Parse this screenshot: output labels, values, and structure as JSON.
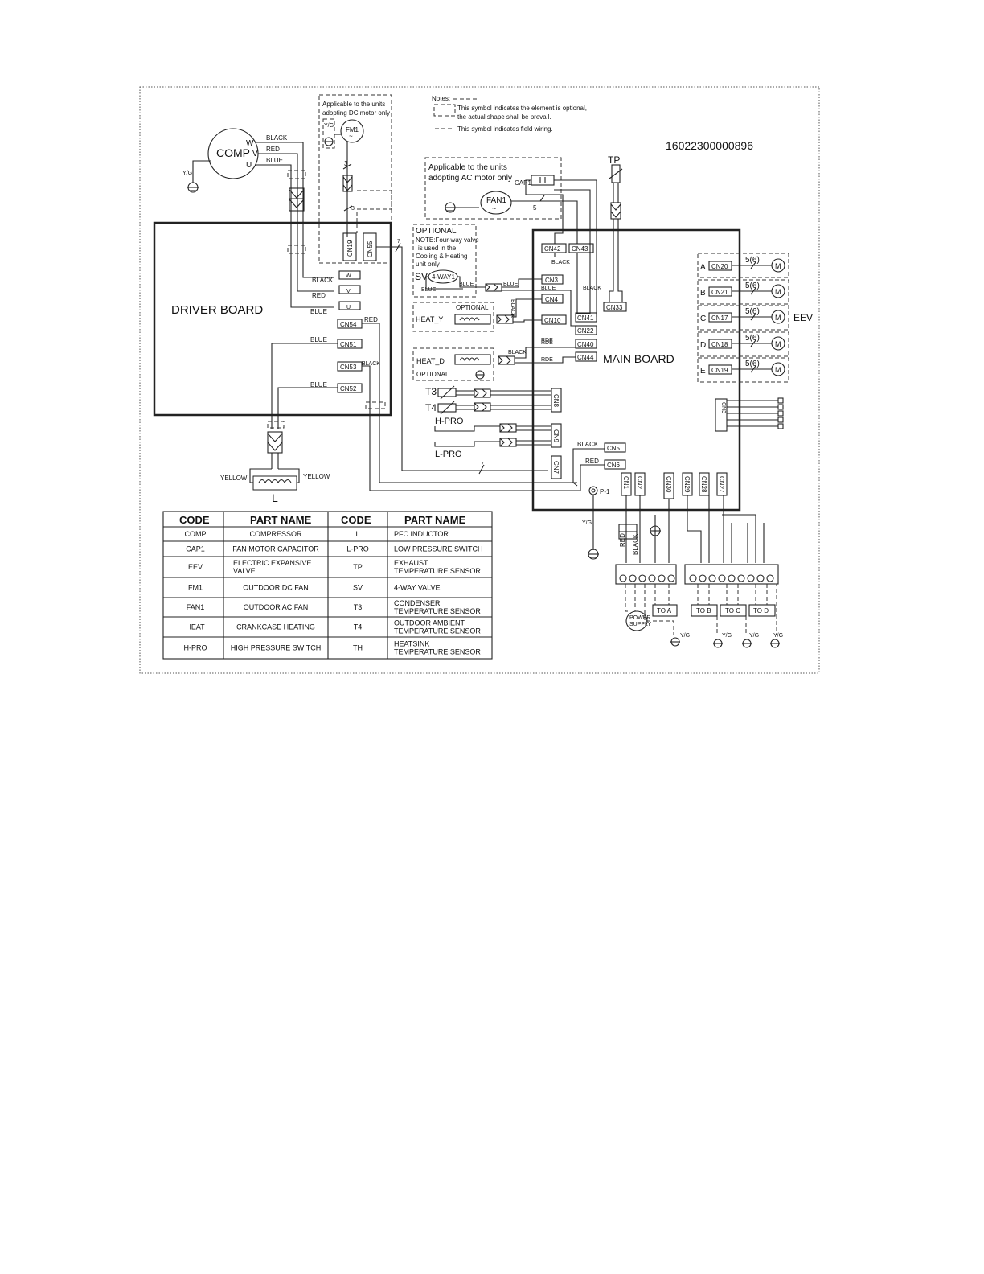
{
  "serial_number": "16022300000896",
  "notes": {
    "title": "Notes:",
    "optional_symbol_line1": "This symbol indicates the element is  optional,",
    "optional_symbol_line2": "the actual shape shall be prevail.",
    "field_wiring": "This symbol indicates field wiring."
  },
  "dc_motor_note": {
    "line1": "Applicable to the units",
    "line2": "adopting DC  motor only"
  },
  "ac_motor_note": {
    "line1": "Applicable to the units",
    "line2": "adopting AC  motor only"
  },
  "optional_block": {
    "title": "OPTIONAL",
    "line1": "NOTE:Four-way valve",
    "line2": "is used in the",
    "line3": "Cooling  & Heating",
    "line4": "unit only"
  },
  "components": {
    "comp": "COMP",
    "fm1": "FM1",
    "fan1": "FAN1",
    "cap1": "CAP1",
    "tp": "TP",
    "sv": "SV",
    "four_way": "4-WAY1",
    "heat_y": "HEAT_Y",
    "heat_d": "HEAT_D",
    "optional": "OPTIONAL",
    "t3": "T3",
    "t4": "T4",
    "h_pro": "H-PRO",
    "l_pro": "L-PRO",
    "l": "L",
    "eev": "EEV",
    "p1": "P-1",
    "power_supply_1": "POWER",
    "power_supply_2": "SUPPLY"
  },
  "boards": {
    "driver": "DRIVER BOARD",
    "main": "MAIN  BOARD"
  },
  "phases": {
    "w": "W",
    "v": "V",
    "u": "U"
  },
  "wire_colors": {
    "black": "BLACK",
    "red": "RED",
    "blue": "BLUE",
    "yellow": "YELLOW",
    "yg": "Y/G",
    "rde": "RDE"
  },
  "connectors": {
    "cn19": "CN19",
    "cn55": "CN55",
    "cn54": "CN54",
    "cn51": "CN51",
    "cn53": "CN53",
    "cn52": "CN52",
    "cn42": "CN42",
    "cn43": "CN43",
    "cn3": "CN3",
    "cn4": "CN4",
    "cn10": "CN10",
    "cn41": "CN41",
    "cn22": "CN22",
    "cn40": "CN40",
    "cn44": "CN44",
    "cn33": "CN33",
    "cn8": "CN8",
    "cn9": "CN9",
    "cn7": "CN7",
    "cn5": "CN5",
    "cn6": "CN6",
    "cn1": "CN1",
    "cn2": "CN2",
    "cn30": "CN30",
    "cn29": "CN29",
    "cn28": "CN28",
    "cn27": "CN27",
    "cn20": "CN20",
    "cn21": "CN21",
    "cn17": "CN17",
    "cn18": "CN18",
    "cn19b": "CN19"
  },
  "eev_rows": [
    {
      "letter": "A",
      "cn": "CN20",
      "wires": "5(6)",
      "motor": "M"
    },
    {
      "letter": "B",
      "cn": "CN21",
      "wires": "5(6)",
      "motor": "M"
    },
    {
      "letter": "C",
      "cn": "CN17",
      "wires": "5(6)",
      "motor": "M"
    },
    {
      "letter": "D",
      "cn": "CN18",
      "wires": "5(6)",
      "motor": "M"
    },
    {
      "letter": "E",
      "cn": "CN19",
      "wires": "5(6)",
      "motor": "M"
    }
  ],
  "wire_counts": {
    "three": "3",
    "five": "5",
    "seven": "7"
  },
  "terminals": {
    "to_a": "TO  A",
    "to_b": "TO  B",
    "to_c": "TO  C",
    "to_d": "TO  D"
  },
  "table": {
    "headers": [
      "CODE",
      "PART NAME",
      "CODE",
      "PART NAME"
    ],
    "rows": [
      [
        "COMP",
        "COMPRESSOR",
        "L",
        "PFC INDUCTOR"
      ],
      [
        "CAP1",
        "FAN MOTOR CAPACITOR",
        "L-PRO",
        "LOW PRESSURE SWITCH"
      ],
      [
        "EEV",
        "ELECTRIC EXPANSIVE\nVALVE",
        "TP",
        "EXHAUST\nTEMPERATURE SENSOR"
      ],
      [
        "FM1",
        "OUTDOOR DC  FAN",
        "SV",
        "4-WAY VALVE"
      ],
      [
        "FAN1",
        "OUTDOOR AC FAN",
        "T3",
        "CONDENSER\nTEMPERATURE SENSOR"
      ],
      [
        "HEAT",
        "CRANKCASE HEATING",
        "T4",
        "OUTDOOR AMBIENT\nTEMPERATURE SENSOR"
      ],
      [
        "H-PRO",
        "HIGH PRESSURE SWITCH",
        "TH",
        "HEATSINK\nTEMPERATURE SENSOR"
      ]
    ]
  }
}
